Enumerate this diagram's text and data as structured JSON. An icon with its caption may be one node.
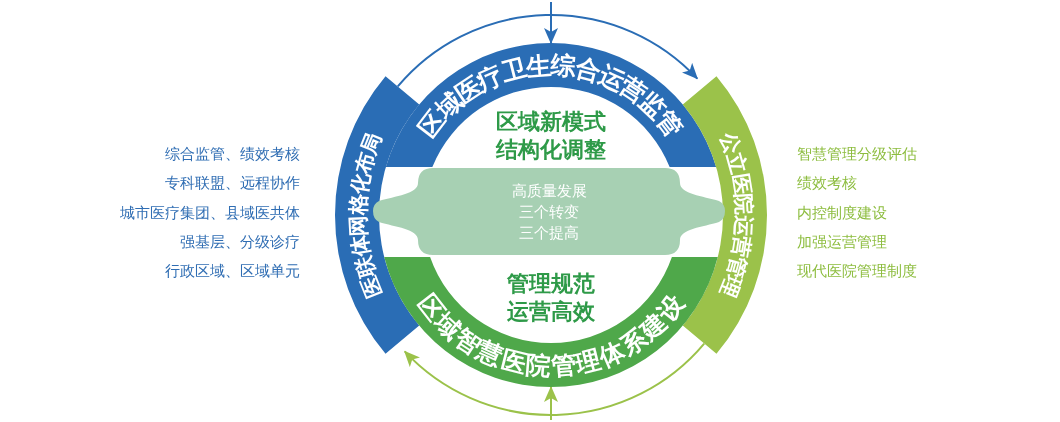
{
  "diagram": {
    "nodes": [
      {
        "text": [
          "区域医疗卫生综合运营监管"
        ]
      },
      {
        "text": [
          "医联体网格化布局"
        ]
      },
      {
        "text": [
          "公立医院运营管理"
        ]
      },
      {
        "text": [
          "高质量发展",
          "三个转变",
          "三个提高"
        ]
      },
      {
        "text": [
          "区域智慧医院管理体系建设"
        ]
      }
    ],
    "edges": [
      {
        "from": 1,
        "to": 2,
        "arrow": "to"
      },
      {
        "from": 2,
        "to": 1,
        "arrow": "to",
        "color": "#9bc24a"
      },
      {
        "from": null,
        "to": 0,
        "arrow": "to"
      },
      {
        "from": null,
        "to": 4,
        "arrow": "to",
        "color": "#9bc24a"
      }
    ],
    "labels": [
      "区域新模式",
      "结构化调整",
      "综合监管、绩效考核",
      "专科联盟、远程协作",
      "城市医疗集团、县域医共体",
      "强基层、分级诊疗",
      "行政区域、区域单元",
      "智慧管理分级评估",
      "绩效考核",
      "内控制度建设",
      "加强运营管理",
      "现代医院管理制度",
      "管理规范",
      "运营高效"
    ]
  }
}
